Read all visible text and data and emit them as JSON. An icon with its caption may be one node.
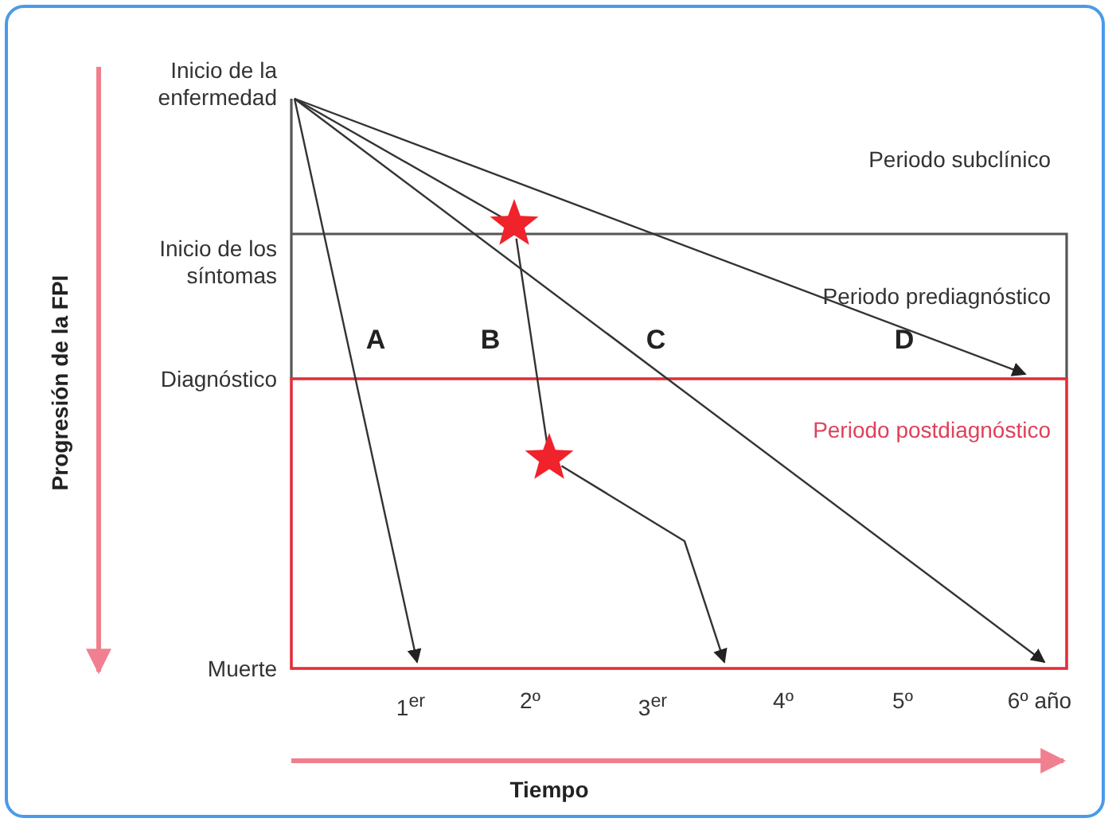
{
  "diagram": {
    "nodes": [
      {
        "text": [],
        "shape": "star"
      },
      {
        "text": [],
        "shape": "star"
      }
    ],
    "edges": [
      {
        "from": null,
        "to": 0,
        "arrow": "none"
      },
      {
        "from": 0,
        "to": 1,
        "arrow": "none"
      },
      {
        "from": 1,
        "to": null,
        "arrow": "to"
      }
    ],
    "labels": [
      "Inicio de la enfermedad",
      "Periodo subclínico",
      "Inicio de los síntomas",
      "Periodo prediagnóstico",
      "A",
      "B",
      "C",
      "D",
      "Diagnóstico",
      "Periodo postdiagnóstico",
      "Progresión de la FPI",
      "Muerte",
      "1$^{er}$",
      "2º",
      "3$^{er}$",
      "4º",
      "5º",
      "6º año",
      "Tiempo"
    ]
  }
}
